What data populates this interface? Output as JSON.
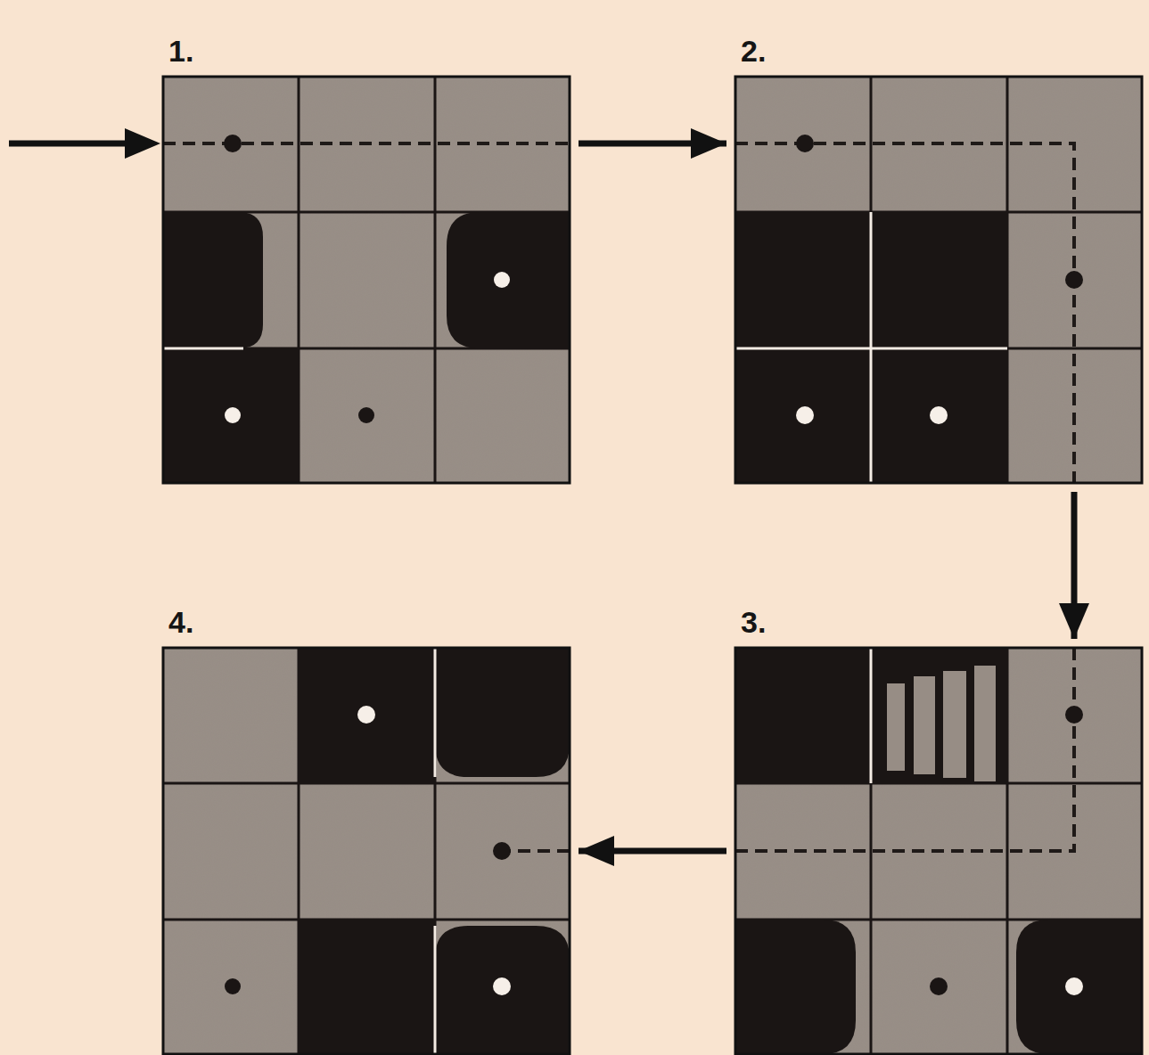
{
  "diagram": {
    "nodes": [
      {
        "text": [
          "1."
        ]
      },
      {
        "text": [
          "2."
        ]
      },
      {
        "text": [
          "3."
        ]
      },
      {
        "text": [
          "4."
        ]
      }
    ],
    "edges": [
      {
        "from": 0,
        "to": 1,
        "arrow": "to"
      },
      {
        "from": 1,
        "to": 2,
        "arrow": "to"
      },
      {
        "from": 2,
        "to": 3,
        "arrow": "to"
      }
    ]
  }
}
